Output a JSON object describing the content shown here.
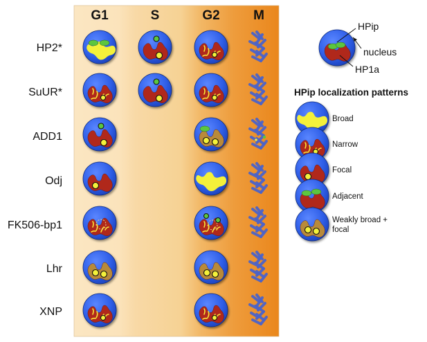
{
  "columns": [
    "G1",
    "S",
    "G2",
    "M"
  ],
  "rows": [
    {
      "label": "HP2*",
      "cells": [
        "broad-adjacent",
        "focal-adjacent",
        "narrow",
        "chromosome"
      ]
    },
    {
      "label": "SuUR*",
      "cells": [
        "narrow",
        "focal-adjacent",
        "narrow",
        "chromosome"
      ]
    },
    {
      "label": "ADD1",
      "cells": [
        "focal-adjacent",
        "",
        "weak-adjacent",
        "chromosome-dots"
      ]
    },
    {
      "label": "Odj",
      "cells": [
        "focal",
        "",
        "broad",
        "chromosome"
      ]
    },
    {
      "label": "FK506-bp1",
      "cells": [
        "narrow-ring",
        "",
        "narrow-ring-dots",
        "chromosome"
      ]
    },
    {
      "label": "Lhr",
      "cells": [
        "weak-focal",
        "",
        "weak-focal",
        "chromosome"
      ]
    },
    {
      "label": "XNP",
      "cells": [
        "narrow",
        "",
        "narrow",
        "chromosome"
      ]
    }
  ],
  "legend": {
    "callouts": [
      "HPip",
      "nucleus",
      "HP1a"
    ],
    "title": "HPip localization patterns",
    "items": [
      {
        "label": "Broad",
        "pattern": "broad"
      },
      {
        "label": "Narrow",
        "pattern": "narrow"
      },
      {
        "label": "Focal",
        "pattern": "focal"
      },
      {
        "label": "Adjacent",
        "pattern": "adjacent"
      },
      {
        "label": "Weakly broad +",
        "label2": "focal",
        "pattern": "weak-focal"
      }
    ]
  },
  "colors": {
    "nucleus": "#2f5fe8",
    "hp1a": "#b0281b",
    "hpip": "#f4f13a",
    "adjacent": "#5cc63f",
    "weak": "#b88a3a",
    "chromosome": "#4b63c9",
    "band_light": "#fbe6c2",
    "band_mid": "#f3c27d",
    "band_dark": "#ec8a21"
  }
}
